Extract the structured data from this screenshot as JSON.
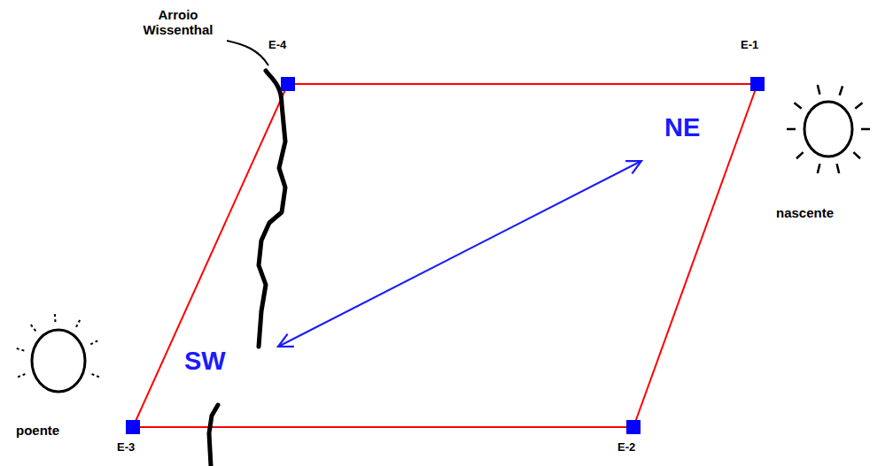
{
  "diagram": {
    "labels": [
      "Arroio Wissenthal",
      "E-4",
      "E-1",
      "E-3",
      "E-2",
      "NE",
      "SW",
      "nascente",
      "poente"
    ]
  }
}
